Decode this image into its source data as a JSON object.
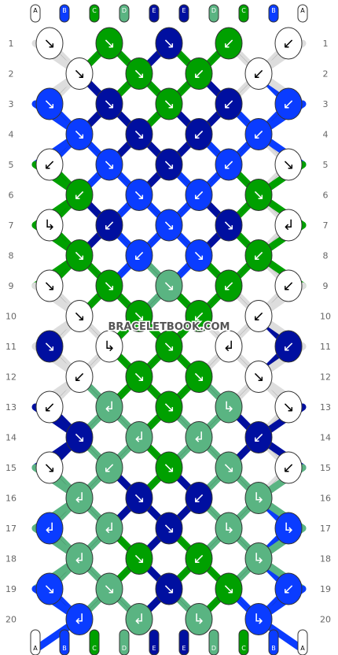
{
  "colors": {
    "A": "#ffffff",
    "B": "#0a3cff",
    "C": "#00a000",
    "D": "#5ab482",
    "E": "#000fa0"
  },
  "columns": [
    "A",
    "B",
    "C",
    "D",
    "E",
    "E",
    "D",
    "C",
    "B",
    "A"
  ],
  "row_numbers": [
    "1",
    "2",
    "3",
    "4",
    "5",
    "6",
    "7",
    "8",
    "9",
    "10",
    "11",
    "12",
    "13",
    "14",
    "15",
    "16",
    "17",
    "18",
    "19",
    "20"
  ],
  "watermark": "BRACELETBOOK.COM",
  "knots": [
    [
      {
        "c": "A",
        "d": "↘"
      },
      {
        "c": "C",
        "d": "↘"
      },
      {
        "c": "E",
        "d": "↘"
      },
      {
        "c": "C",
        "d": "↙"
      },
      {
        "c": "A",
        "d": "↙"
      }
    ],
    [
      {
        "c": "A",
        "d": "↘"
      },
      {
        "c": "C",
        "d": "↘"
      },
      {
        "c": "C",
        "d": "↙"
      },
      {
        "c": "A",
        "d": "↙"
      }
    ],
    [
      {
        "c": "B",
        "d": "↘"
      },
      {
        "c": "E",
        "d": "↘"
      },
      {
        "c": "C",
        "d": "↘"
      },
      {
        "c": "E",
        "d": "↙"
      },
      {
        "c": "B",
        "d": "↙"
      }
    ],
    [
      {
        "c": "B",
        "d": "↘"
      },
      {
        "c": "E",
        "d": "↘"
      },
      {
        "c": "E",
        "d": "↙"
      },
      {
        "c": "B",
        "d": "↙"
      }
    ],
    [
      {
        "c": "A",
        "d": "↙"
      },
      {
        "c": "B",
        "d": "↘"
      },
      {
        "c": "E",
        "d": "↘"
      },
      {
        "c": "B",
        "d": "↙"
      },
      {
        "c": "A",
        "d": "↘"
      }
    ],
    [
      {
        "c": "C",
        "d": "↙"
      },
      {
        "c": "B",
        "d": "↘"
      },
      {
        "c": "B",
        "d": "↙"
      },
      {
        "c": "C",
        "d": "↘"
      }
    ],
    [
      {
        "c": "A",
        "d": "↳"
      },
      {
        "c": "E",
        "d": "↙"
      },
      {
        "c": "B",
        "d": "↘"
      },
      {
        "c": "E",
        "d": "↘"
      },
      {
        "c": "A",
        "d": "↲"
      }
    ],
    [
      {
        "c": "C",
        "d": "↘"
      },
      {
        "c": "B",
        "d": "↙"
      },
      {
        "c": "B",
        "d": "↘"
      },
      {
        "c": "C",
        "d": "↙"
      }
    ],
    [
      {
        "c": "A",
        "d": "↘"
      },
      {
        "c": "C",
        "d": "↘"
      },
      {
        "c": "D",
        "d": "↘"
      },
      {
        "c": "C",
        "d": "↙"
      },
      {
        "c": "A",
        "d": "↙"
      }
    ],
    [
      {
        "c": "A",
        "d": "↘"
      },
      {
        "c": "C",
        "d": "↘"
      },
      {
        "c": "C",
        "d": "↙"
      },
      {
        "c": "A",
        "d": "↙"
      }
    ],
    [
      {
        "c": "E",
        "d": "↘"
      },
      {
        "c": "A",
        "d": "↳"
      },
      {
        "c": "C",
        "d": "↘"
      },
      {
        "c": "A",
        "d": "↲"
      },
      {
        "c": "E",
        "d": "↙"
      }
    ],
    [
      {
        "c": "A",
        "d": "↙"
      },
      {
        "c": "C",
        "d": "↘"
      },
      {
        "c": "C",
        "d": "↘"
      },
      {
        "c": "A",
        "d": "↘"
      }
    ],
    [
      {
        "c": "A",
        "d": "↙"
      },
      {
        "c": "D",
        "d": "↲"
      },
      {
        "c": "C",
        "d": "↘"
      },
      {
        "c": "D",
        "d": "↳"
      },
      {
        "c": "A",
        "d": "↘"
      }
    ],
    [
      {
        "c": "E",
        "d": "↘"
      },
      {
        "c": "D",
        "d": "↲"
      },
      {
        "c": "D",
        "d": "↲"
      },
      {
        "c": "E",
        "d": "↙"
      }
    ],
    [
      {
        "c": "A",
        "d": "↘"
      },
      {
        "c": "D",
        "d": "↙"
      },
      {
        "c": "C",
        "d": "↘"
      },
      {
        "c": "D",
        "d": "↘"
      },
      {
        "c": "A",
        "d": "↙"
      }
    ],
    [
      {
        "c": "D",
        "d": "↲"
      },
      {
        "c": "E",
        "d": "↘"
      },
      {
        "c": "E",
        "d": "↙"
      },
      {
        "c": "D",
        "d": "↳"
      }
    ],
    [
      {
        "c": "B",
        "d": "↲"
      },
      {
        "c": "D",
        "d": "↲"
      },
      {
        "c": "E",
        "d": "↘"
      },
      {
        "c": "D",
        "d": "↳"
      },
      {
        "c": "B",
        "d": "↳"
      }
    ],
    [
      {
        "c": "D",
        "d": "↲"
      },
      {
        "c": "C",
        "d": "↘"
      },
      {
        "c": "C",
        "d": "↙"
      },
      {
        "c": "D",
        "d": "↳"
      }
    ],
    [
      {
        "c": "B",
        "d": "↘"
      },
      {
        "c": "D",
        "d": "↘"
      },
      {
        "c": "E",
        "d": "↘"
      },
      {
        "c": "C",
        "d": "↘"
      },
      {
        "c": "B",
        "d": "↙"
      }
    ],
    [
      {
        "c": "B",
        "d": "↲"
      },
      {
        "c": "D",
        "d": "↲"
      },
      {
        "c": "D",
        "d": "↳"
      },
      {
        "c": "B",
        "d": "↳"
      }
    ]
  ]
}
